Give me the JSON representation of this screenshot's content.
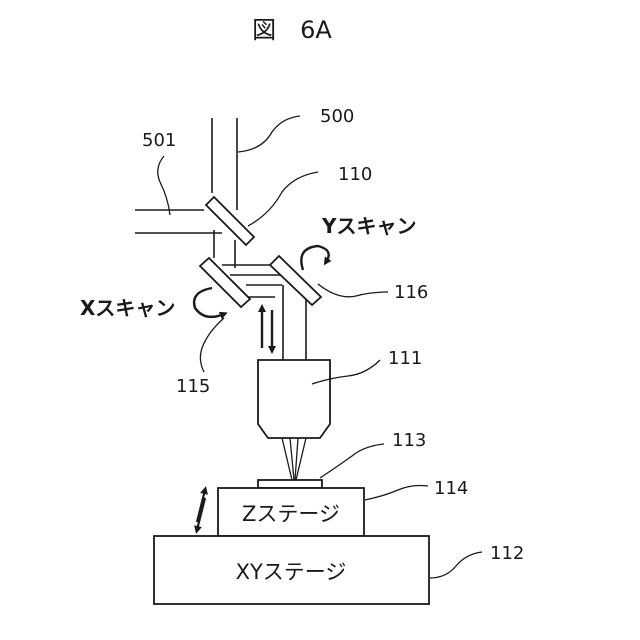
{
  "figure": {
    "title": "図　6A"
  },
  "refs": {
    "beam_in": "500",
    "beam_out": "501",
    "mirror_110": "110",
    "mirror_116": "116",
    "mirror_115": "115",
    "objective": "111",
    "sample": "113",
    "z_stage_ref": "114",
    "xy_stage_ref": "112"
  },
  "labels": {
    "y_scan": "Yスキャン",
    "x_scan": "Xスキャン",
    "z_stage": "Zステージ",
    "xy_stage": "XYステージ"
  }
}
